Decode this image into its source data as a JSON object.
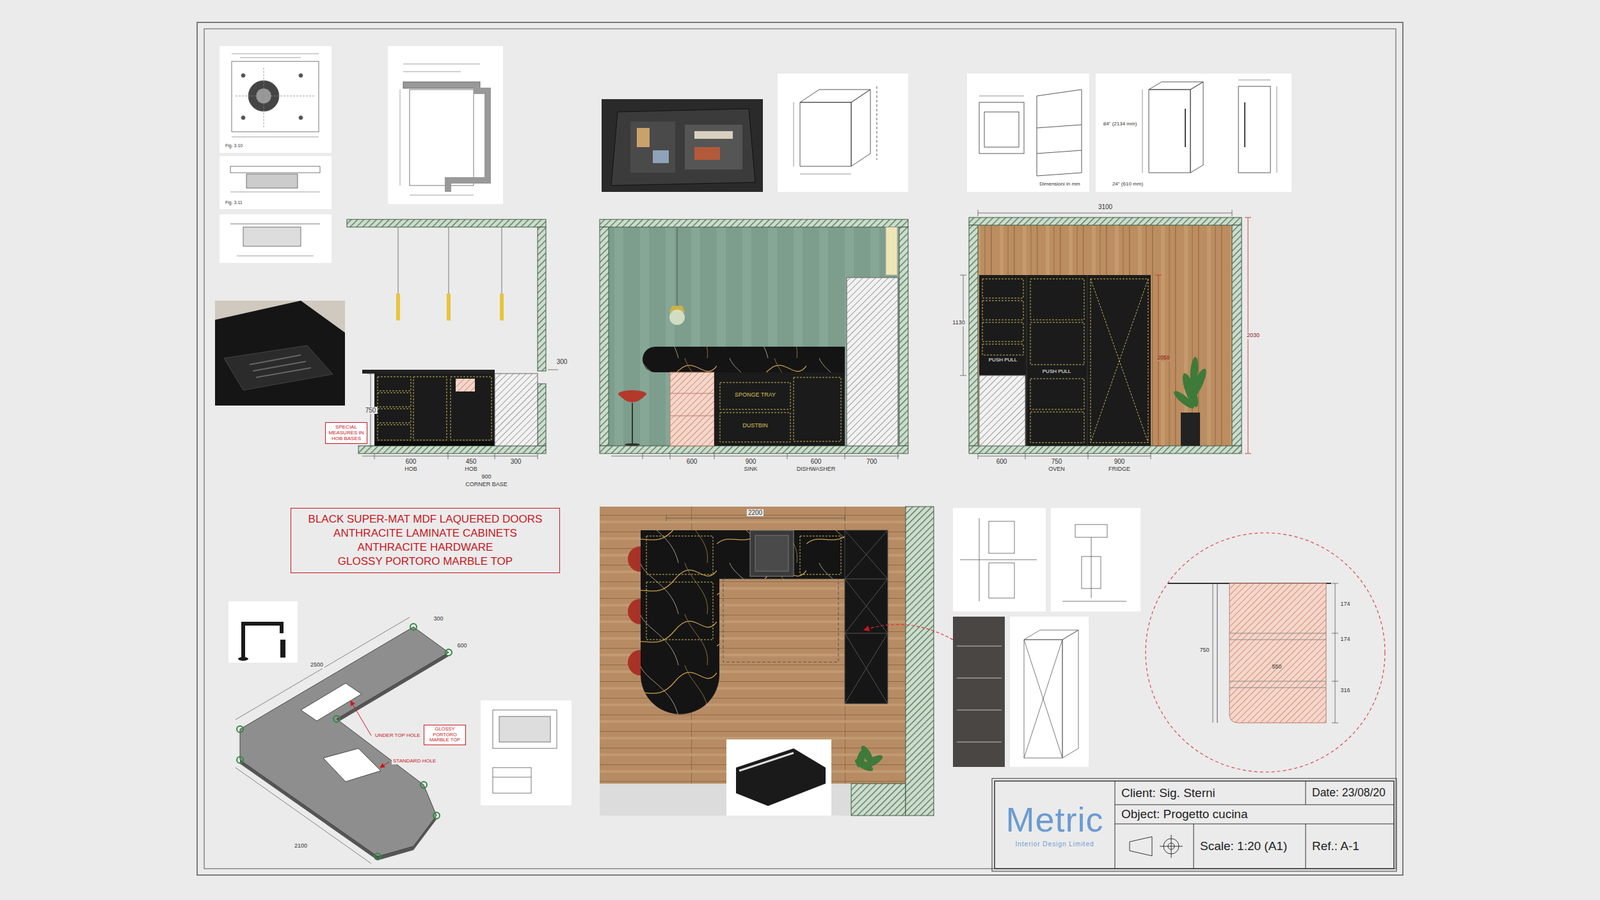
{
  "diagram": {
    "nodes": [
      {
        "text": [
          "BLACK SUPER-MAT MDF LAQUERED DOORS",
          "ANTHRACITE LAMINATE CABINETS",
          "ANTHRACITE HARDWARE",
          "GLOSSY PORTORO MARBLE TOP"
        ]
      },
      {
        "text": [
          "SPECIAL MEASURES IN HOB BASES"
        ]
      },
      {
        "text": [
          "GLOSSY PORTORO MARBLE TOP"
        ]
      },
      {
        "text": [
          "Metric",
          "Interior Design Limited"
        ]
      },
      {
        "text": [
          "Client: Sig. Sterni"
        ]
      },
      {
        "text": [
          "Date: 23/08/20"
        ]
      },
      {
        "text": [
          "Object: Progetto cucina"
        ]
      },
      {
        "text": [
          "Scale: 1:20 (A1)"
        ]
      },
      {
        "text": [
          "Ref.: A-1"
        ]
      }
    ],
    "labels": [
      "300",
      "750",
      "600",
      "450",
      "HOB",
      "HOB",
      "900",
      "CORNER BASE",
      "300",
      "SPONGE TRAY",
      "DUSTBIN",
      "600",
      "900",
      "SINK",
      "600",
      "DISHWASHER",
      "700",
      "3100",
      "1130",
      "PUSH PULL",
      "PUSH PULL",
      "2058",
      "2030",
      "600",
      "750",
      "OVEN",
      "900",
      "FRIDGE",
      "2500",
      "600",
      "300",
      "UNDER TOP HOLE",
      "STANDARD HOLE",
      "2100",
      "2200",
      "750",
      "174",
      "174",
      "316",
      "550",
      "Dimensioni in mm",
      "Fig. 3.10",
      "Fig. 3.11",
      "24\" (610 mm)",
      "84\" (2134 mm)"
    ]
  }
}
